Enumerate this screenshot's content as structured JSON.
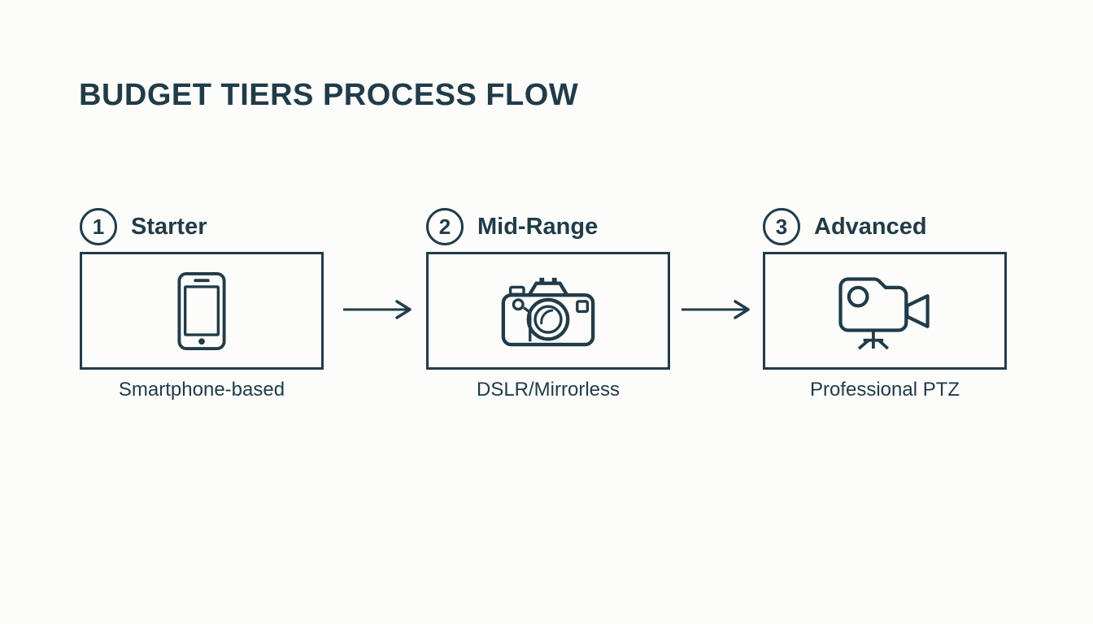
{
  "title": "BUDGET TIERS PROCESS FLOW",
  "colors": {
    "ink": "#213c48",
    "background": "#fcfcfb"
  },
  "steps": [
    {
      "number": "1",
      "label": "Starter",
      "caption": "Smartphone-based",
      "icon": "smartphone-icon"
    },
    {
      "number": "2",
      "label": "Mid-Range",
      "caption": "DSLR/Mirrorless",
      "icon": "dslr-camera-icon"
    },
    {
      "number": "3",
      "label": "Advanced",
      "caption": "Professional PTZ",
      "icon": "video-camera-icon"
    }
  ],
  "connectors": [
    {
      "type": "arrow-right"
    },
    {
      "type": "arrow-right"
    }
  ]
}
